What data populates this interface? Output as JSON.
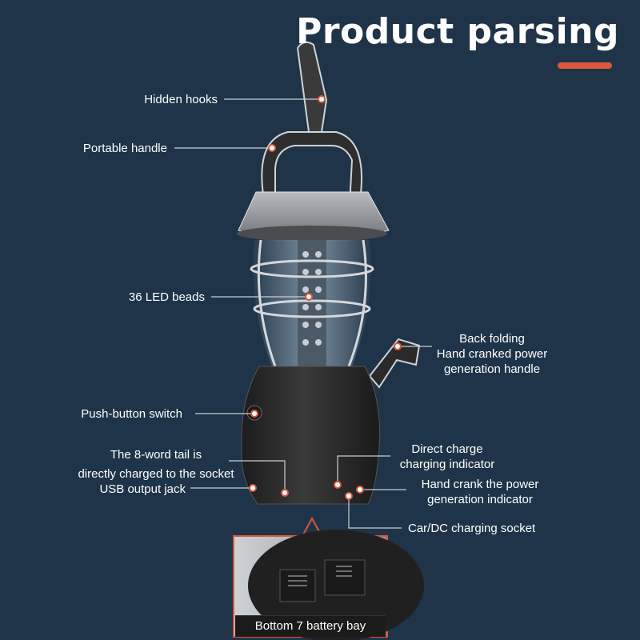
{
  "title": "Product parsing",
  "colors": {
    "background": "#1f3448",
    "accent": "#d9573a",
    "leader_line": "#c9ced4",
    "lantern_body": "#2d2d2d"
  },
  "callouts": {
    "hidden_hooks": "Hidden hooks",
    "portable_handle": "Portable handle",
    "led_beads": "36 LED beads",
    "back_folding_line1": "Back folding",
    "back_folding_line2": "Hand cranked power",
    "back_folding_line3": "generation handle",
    "push_button": "Push-button switch",
    "tail_line1": "The 8-word tail is",
    "tail_line2": "directly charged to the socket",
    "usb_output": "USB output jack",
    "direct_charge_line1": "Direct charge",
    "direct_charge_line2": "charging indicator",
    "hand_crank_line1": "Hand crank the power",
    "hand_crank_line2": "generation indicator",
    "car_dc": "Car/DC charging socket"
  },
  "inset": {
    "caption": "Bottom 7 battery bay"
  }
}
